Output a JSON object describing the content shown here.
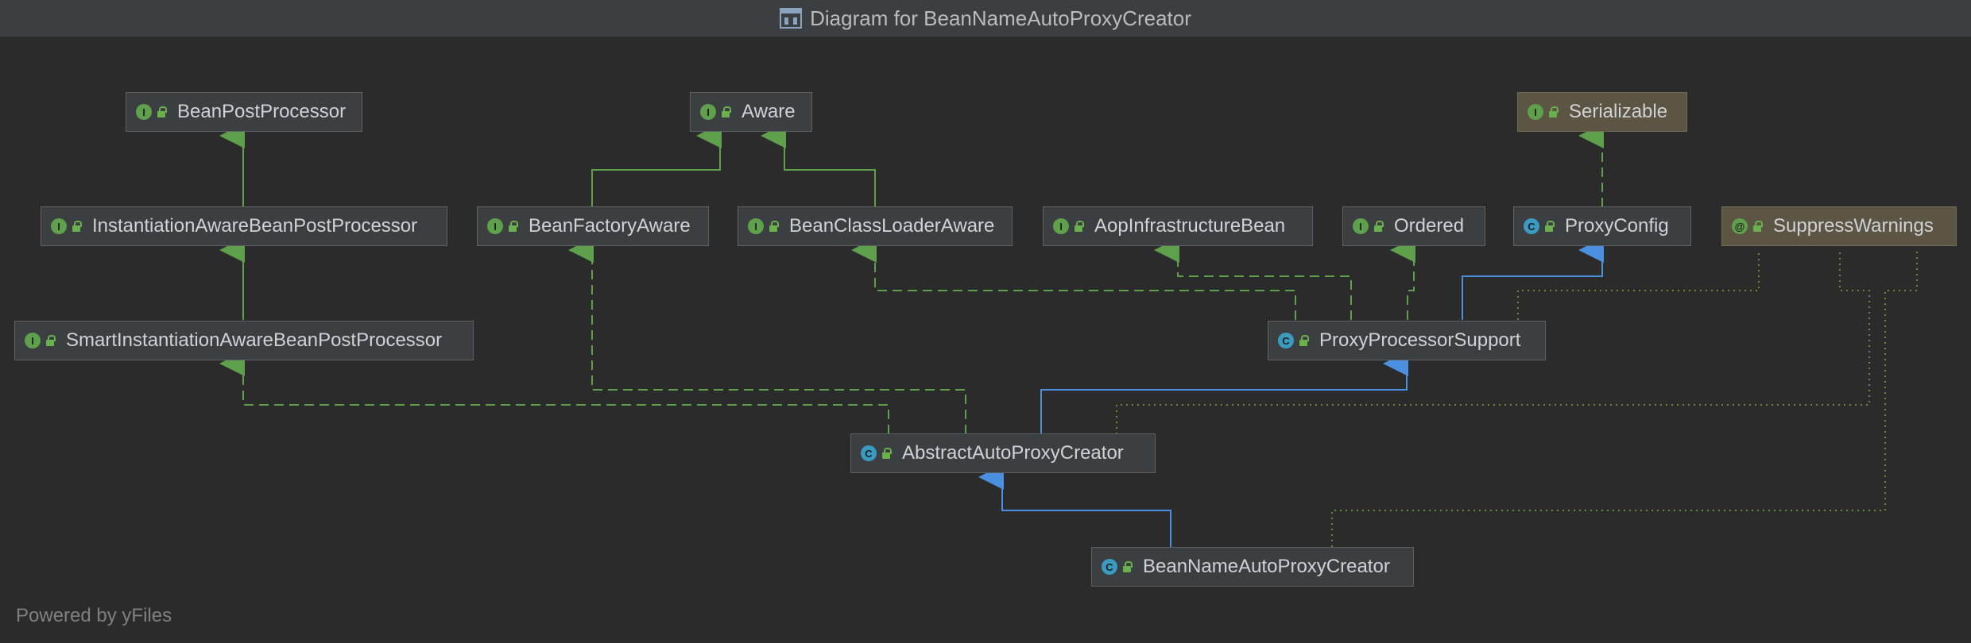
{
  "window": {
    "title": "Diagram for BeanNameAutoProxyCreator"
  },
  "nodes": {
    "bean_post_processor": {
      "label": "BeanPostProcessor",
      "kind": "I"
    },
    "aware": {
      "label": "Aware",
      "kind": "I"
    },
    "serializable": {
      "label": "Serializable",
      "kind": "I"
    },
    "instantiation_aware": {
      "label": "InstantiationAwareBeanPostProcessor",
      "kind": "I"
    },
    "bean_factory_aware": {
      "label": "BeanFactoryAware",
      "kind": "I"
    },
    "bean_class_loader_aware": {
      "label": "BeanClassLoaderAware",
      "kind": "I"
    },
    "aop_infrastructure_bean": {
      "label": "AopInfrastructureBean",
      "kind": "I"
    },
    "ordered": {
      "label": "Ordered",
      "kind": "I"
    },
    "proxy_config": {
      "label": "ProxyConfig",
      "kind": "C"
    },
    "suppress_warnings": {
      "label": "SuppressWarnings",
      "kind": "@"
    },
    "smart_instantiation_aware": {
      "label": "SmartInstantiationAwareBeanPostProcessor",
      "kind": "I"
    },
    "proxy_processor_support": {
      "label": "ProxyProcessorSupport",
      "kind": "C"
    },
    "abstract_auto_proxy_creator": {
      "label": "AbstractAutoProxyCreator",
      "kind": "C"
    },
    "bean_name_auto_proxy_creator": {
      "label": "BeanNameAutoProxyCreator",
      "kind": "C"
    }
  },
  "footer": {
    "text": "Powered by yFiles"
  },
  "colors": {
    "extends_interface": "#5ea04b",
    "implements": "#5ea04b",
    "extends_class": "#4a8fe0",
    "annotation": "#6a8a3a"
  }
}
